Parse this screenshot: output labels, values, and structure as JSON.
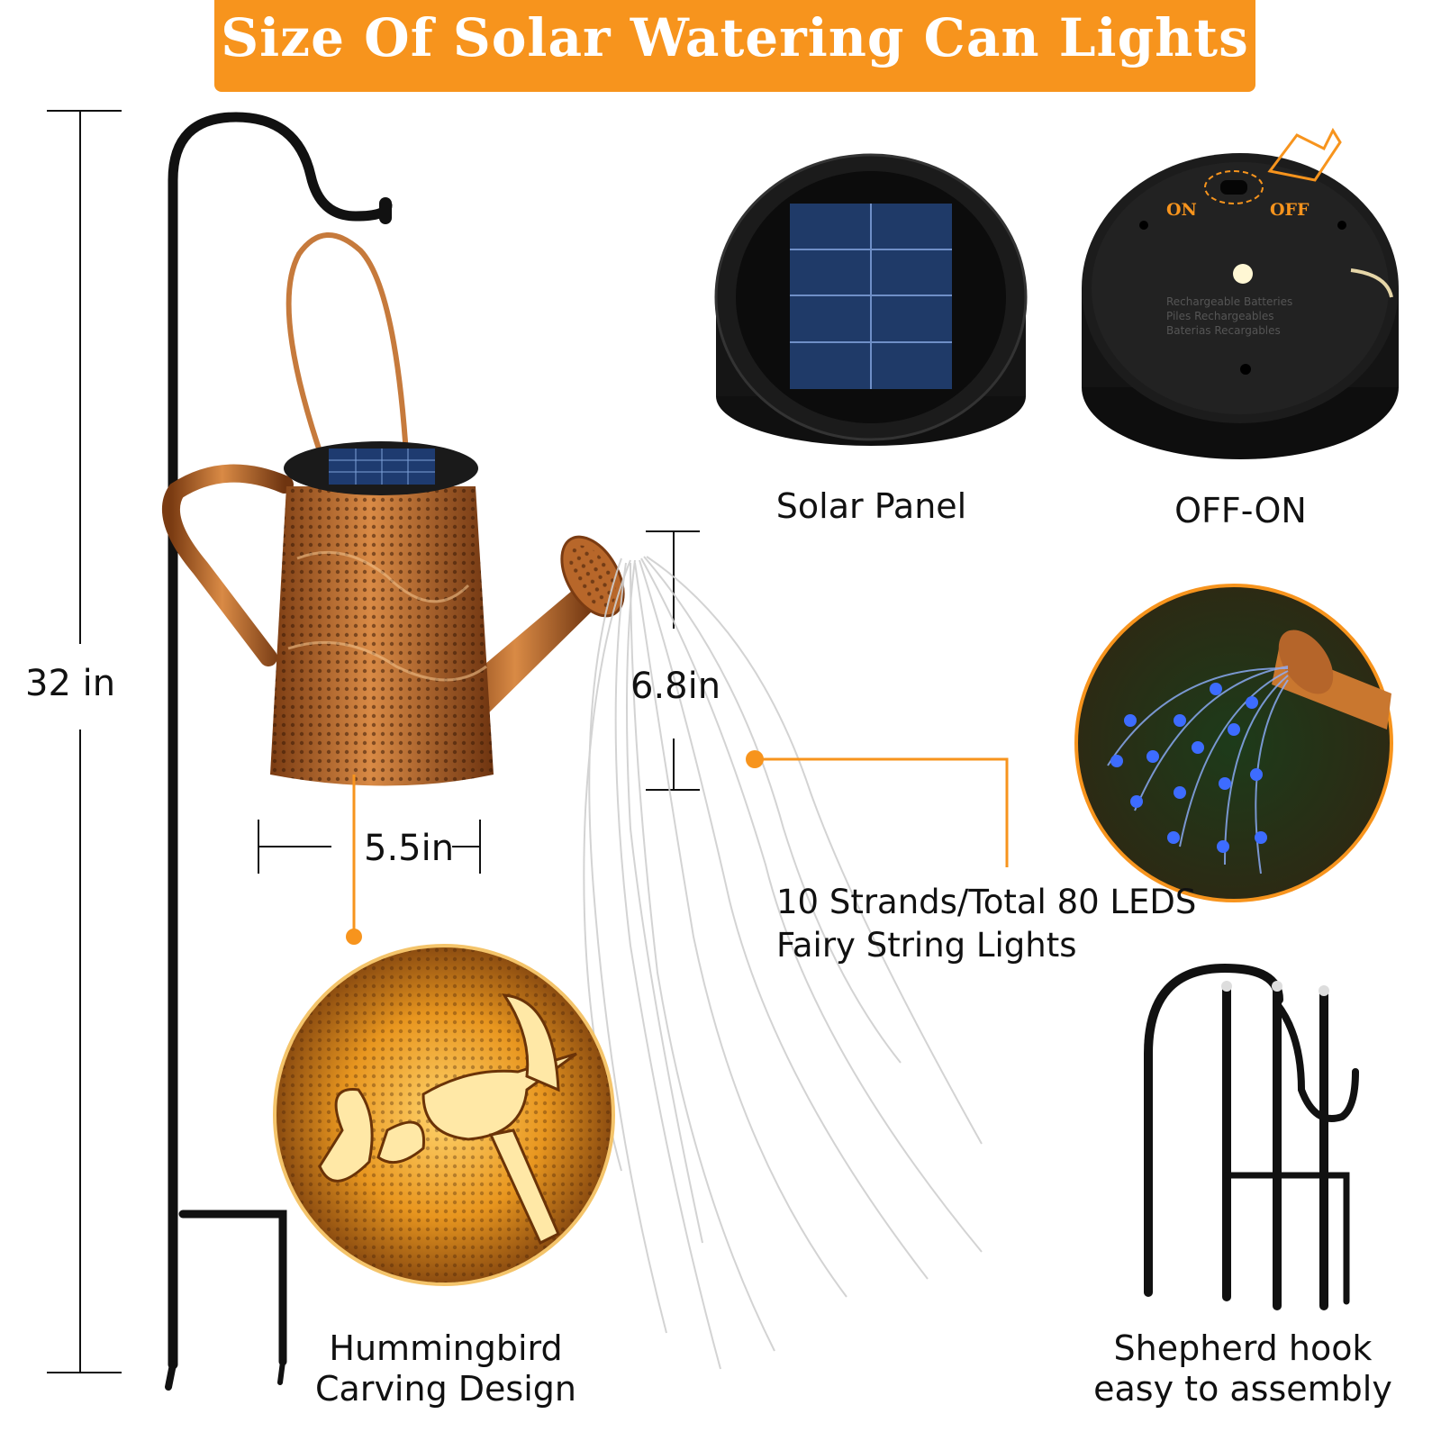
{
  "banner": {
    "title": "Size Of Solar Watering Can Lights"
  },
  "dimensions": {
    "height": "32 in",
    "width": "5.5in",
    "spout": "6.8in"
  },
  "features": {
    "solar_panel": "Solar Panel",
    "switch": "OFF-ON",
    "switch_on": "ON",
    "switch_off": "OFF",
    "battery_text": [
      "Rechargeable Batteries",
      "Piles Rechargeables",
      "Baterias Recargables"
    ],
    "strands_line1": "10 Strands/Total 80 LEDS",
    "strands_line2": "Fairy String Lights",
    "carving_line1": "Hummingbird",
    "carving_line2": "Carving Design",
    "hook_line1": "Shepherd hook",
    "hook_line2": "easy to assembly"
  },
  "colors": {
    "accent": "#f7941d",
    "copper": "#b8672a",
    "led_blue": "#3d6cff"
  }
}
